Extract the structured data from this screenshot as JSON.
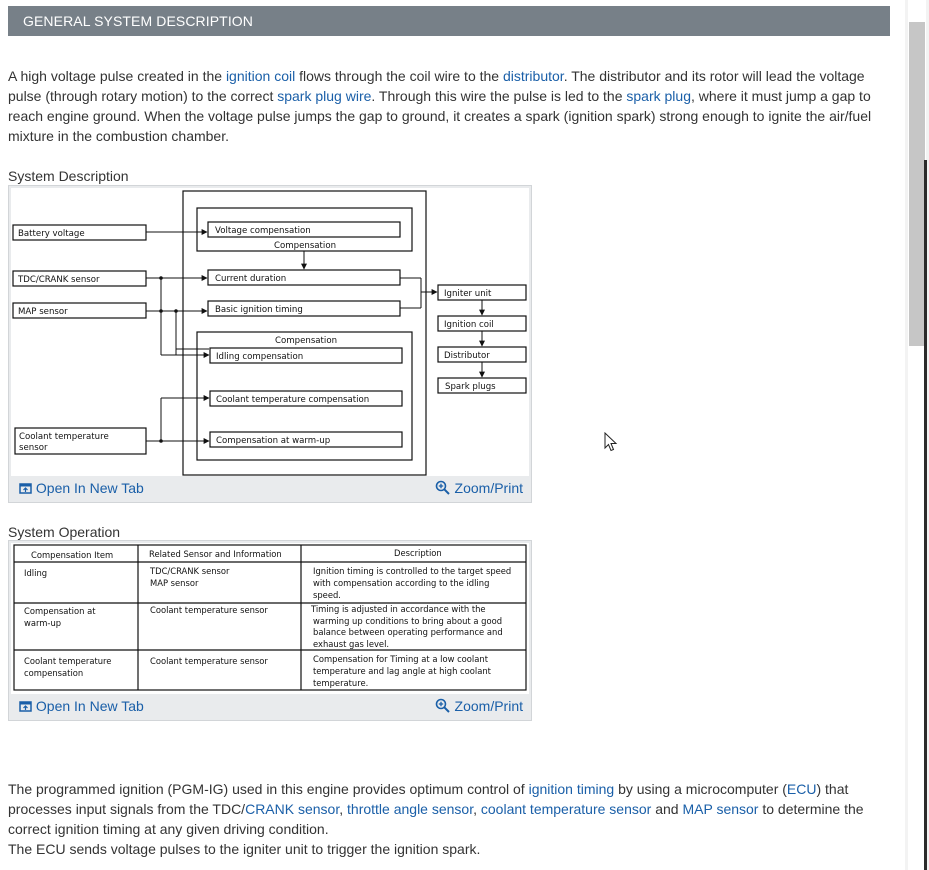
{
  "section": {
    "title": "GENERAL SYSTEM DESCRIPTION"
  },
  "intro": {
    "t1": "A high voltage pulse created in the ",
    "l1": "ignition coil",
    "t2": " flows through the coil wire to the ",
    "l2": "distributor",
    "t3": ". The distributor and its rotor will lead the voltage pulse (through rotary motion) to the correct ",
    "l3": "spark plug wire",
    "t4": ". Through this wire the pulse is led to the ",
    "l4": "spark plug",
    "t5": ", where it must jump a gap to reach engine ground. When the voltage pulse jumps the gap to ground, it creates a spark (ignition spark) strong enough to ignite the air/fuel mixture in the combustion chamber."
  },
  "figure1": {
    "caption": "System Description",
    "open_label": "Open In New Tab",
    "zoom_label": "Zoom/Print",
    "diagram": {
      "battery": "Battery voltage",
      "tdc": "TDC/CRANK sensor",
      "map": "MAP sensor",
      "coolant_l1": "Coolant temperature",
      "coolant_l2": "sensor",
      "voltage_comp": "Voltage compensation",
      "compensation1": "Compensation",
      "current_duration": "Current duration",
      "basic_timing": "Basic ignition timing",
      "compensation2": "Compensation",
      "idling_comp": "Idling compensation",
      "coolant_comp": "Coolant temperature compensation",
      "warmup_comp": "Compensation at warm-up",
      "igniter": "Igniter unit",
      "ignition_coil": "Ignition coil",
      "distributor": "Distributor",
      "spark_plugs": "Spark plugs"
    }
  },
  "figure2": {
    "caption": "System Operation",
    "open_label": "Open In New Tab",
    "zoom_label": "Zoom/Print",
    "headers": [
      "Compensation Item",
      "Related Sensor and Information",
      "Description"
    ],
    "rows": [
      {
        "item": [
          "Idling"
        ],
        "sensor": [
          "TDC/CRANK sensor",
          "MAP sensor"
        ],
        "desc": [
          "Ignition timing is controlled to the target speed",
          "with compensation according to the idling",
          "speed."
        ]
      },
      {
        "item": [
          "Compensation at",
          "warm-up"
        ],
        "sensor": [
          "Coolant temperature sensor"
        ],
        "desc": [
          "Timing is adjusted in accordance with the",
          "warming up conditions to bring about a good",
          "balance between operating performance and",
          "exhaust gas level."
        ]
      },
      {
        "item": [
          "Coolant temperature",
          "compensation"
        ],
        "sensor": [
          "Coolant temperature sensor"
        ],
        "desc": [
          "Compensation for Timing at a low coolant",
          "temperature and lag angle at high coolant",
          "temperature."
        ]
      }
    ]
  },
  "outro": {
    "t1": "The programmed ignition (PGM-IG) used in this engine provides optimum control of ",
    "l1": "ignition timing",
    "t2": " by using a microcomputer (",
    "l2": "ECU",
    "t3": ") that processes input signals from the TDC/",
    "l3": "CRANK sensor",
    "t4": ", ",
    "l4": "throttle angle sensor",
    "t5": ", ",
    "l5": "coolant temperature sensor",
    "t6": " and ",
    "l6": "MAP sensor",
    "t7": " to determine the correct ignition timing at any given driving condition.",
    "line2": "The ECU sends voltage pulses to the igniter unit to trigger the ignition spark."
  },
  "colors": {
    "header_bg": "#778088",
    "link": "#1a5fa8",
    "figure_bg": "#e9ebed"
  }
}
